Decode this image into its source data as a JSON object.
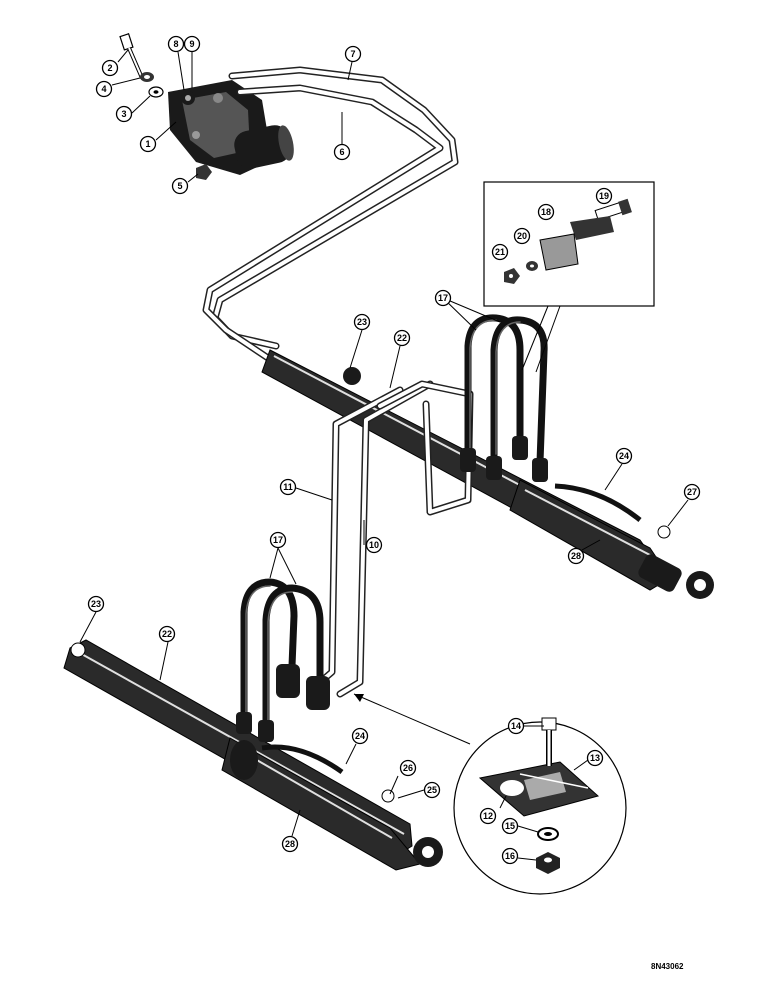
{
  "callouts": [
    {
      "id": "c2",
      "label": "2"
    },
    {
      "id": "c4",
      "label": "4"
    },
    {
      "id": "c3",
      "label": "3"
    },
    {
      "id": "c1",
      "label": "1"
    },
    {
      "id": "c5",
      "label": "5"
    },
    {
      "id": "c8",
      "label": "8"
    },
    {
      "id": "c9",
      "label": "9"
    },
    {
      "id": "c7",
      "label": "7"
    },
    {
      "id": "c6",
      "label": "6"
    },
    {
      "id": "c19",
      "label": "19"
    },
    {
      "id": "c18",
      "label": "18"
    },
    {
      "id": "c20",
      "label": "20"
    },
    {
      "id": "c21",
      "label": "21"
    },
    {
      "id": "c17a",
      "label": "17"
    },
    {
      "id": "c23a",
      "label": "23"
    },
    {
      "id": "c22a",
      "label": "22"
    },
    {
      "id": "c24a",
      "label": "24"
    },
    {
      "id": "c27",
      "label": "27"
    },
    {
      "id": "c28a",
      "label": "28"
    },
    {
      "id": "c11",
      "label": "11"
    },
    {
      "id": "c10",
      "label": "10"
    },
    {
      "id": "c17b",
      "label": "17"
    },
    {
      "id": "c23b",
      "label": "23"
    },
    {
      "id": "c22b",
      "label": "22"
    },
    {
      "id": "c24b",
      "label": "24"
    },
    {
      "id": "c26",
      "label": "26"
    },
    {
      "id": "c25",
      "label": "25"
    },
    {
      "id": "c28b",
      "label": "28"
    },
    {
      "id": "c14",
      "label": "14"
    },
    {
      "id": "c13",
      "label": "13"
    },
    {
      "id": "c12",
      "label": "12"
    },
    {
      "id": "c15",
      "label": "15"
    },
    {
      "id": "c16",
      "label": "16"
    }
  ],
  "reference_code": "8N43062"
}
